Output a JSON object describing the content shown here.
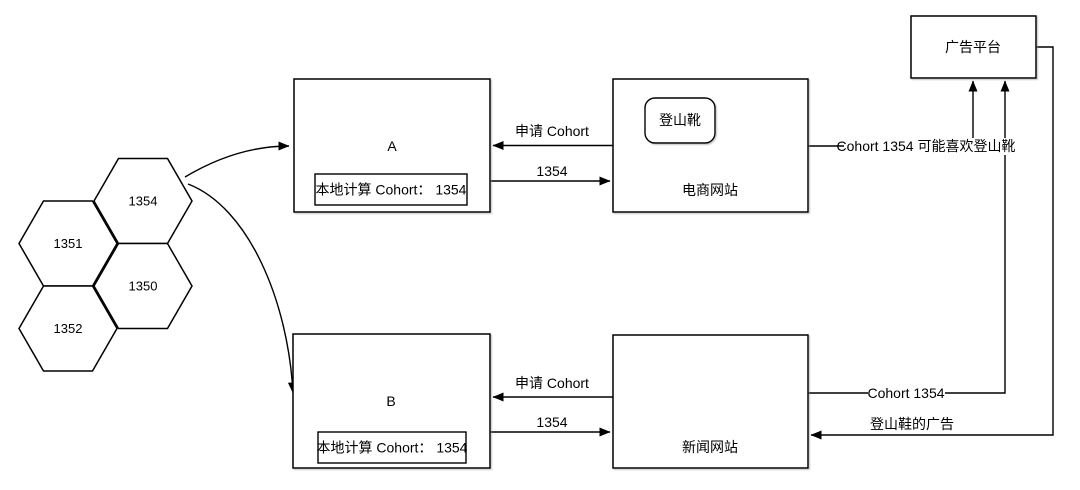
{
  "diagram": {
    "hexagons": [
      {
        "label": "1354"
      },
      {
        "label": "1351"
      },
      {
        "label": "1350"
      },
      {
        "label": "1352"
      }
    ],
    "browser_a": {
      "title": "A",
      "local_note": "本地计算 Cohort： 1354"
    },
    "browser_b": {
      "title": "B",
      "local_note": "本地计算 Cohort： 1354"
    },
    "ecommerce_site": {
      "title": "电商网站",
      "product": "登山靴"
    },
    "news_site": {
      "title": "新闻网站"
    },
    "ad_platform": {
      "title": "广告平台"
    },
    "edges": {
      "request_cohort_a": "申请 Cohort",
      "cohort_value_a": "1354",
      "request_cohort_b": "申请 Cohort",
      "cohort_value_b": "1354",
      "ecom_to_ad": "Cohort 1354 可能喜欢登山靴",
      "news_to_ad": "Cohort 1354",
      "ad_to_news": "登山鞋的广告"
    },
    "colors": {
      "stroke": "#000000",
      "background": "#ffffff"
    }
  }
}
